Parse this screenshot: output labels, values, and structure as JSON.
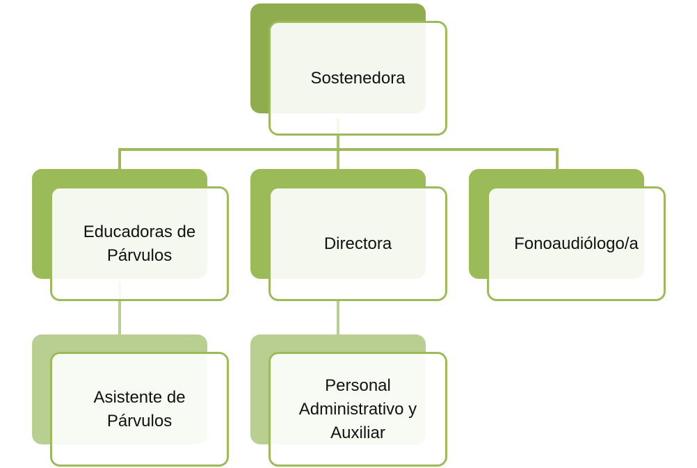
{
  "colors": {
    "level1": "#8fac4f",
    "level2": "#9bbb59",
    "level3": "#b8cf91",
    "border": "#9bbb59"
  },
  "nodes": {
    "sostenedora": "Sostenedora",
    "educadoras": "Educadoras de Párvulos",
    "directora": "Directora",
    "fono": "Fonoaudiólogo/a",
    "asistente": "Asistente de Párvulos",
    "personal": "Personal Administrativo y Auxiliar"
  }
}
